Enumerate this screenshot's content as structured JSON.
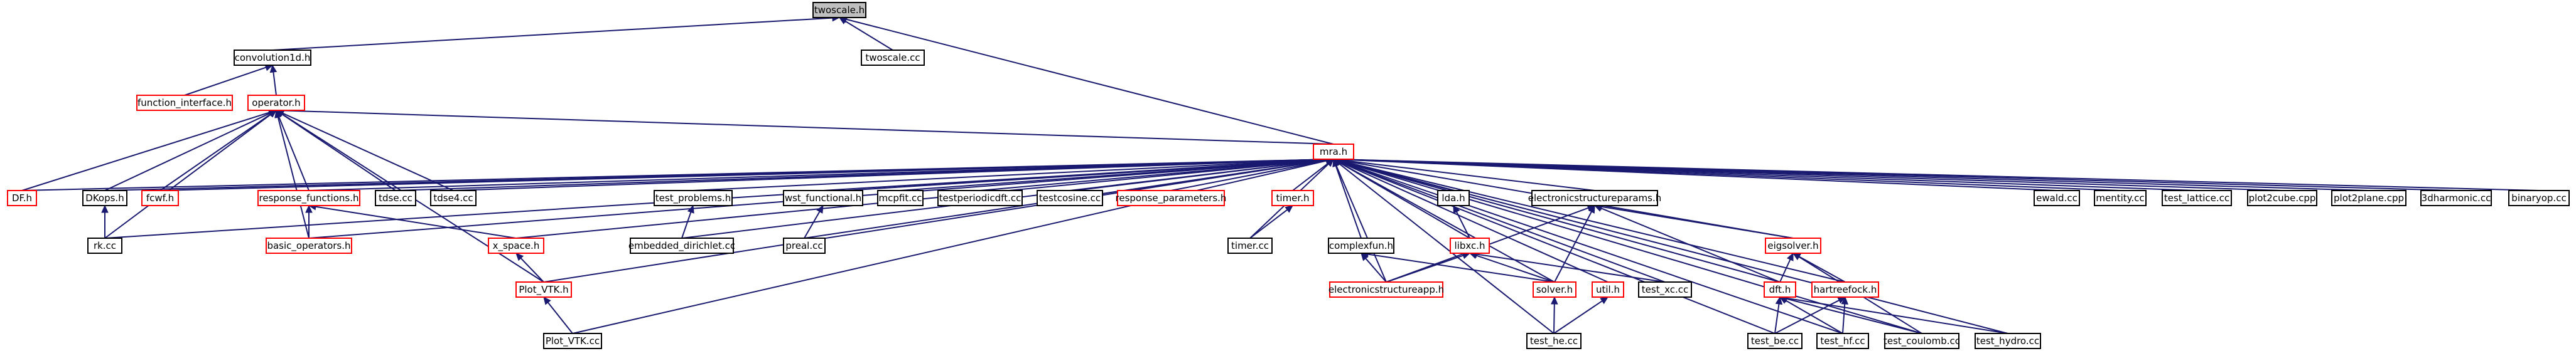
{
  "graph_title": "twoscale.h",
  "nodes": [
    {
      "id": "twoscale.h",
      "label": "twoscale.h",
      "kind": "root"
    },
    {
      "id": "convolution1d.h",
      "label": "convolution1d.h",
      "kind": "normal"
    },
    {
      "id": "twoscale.cc",
      "label": "twoscale.cc",
      "kind": "normal"
    },
    {
      "id": "function_interface.h",
      "label": "function_interface.h",
      "kind": "external"
    },
    {
      "id": "operator.h",
      "label": "operator.h",
      "kind": "external"
    },
    {
      "id": "mra.h",
      "label": "mra.h",
      "kind": "external"
    },
    {
      "id": "DF.h",
      "label": "DF.h",
      "kind": "external"
    },
    {
      "id": "DKops.h",
      "label": "DKops.h",
      "kind": "normal"
    },
    {
      "id": "fcwf.h",
      "label": "fcwf.h",
      "kind": "external"
    },
    {
      "id": "response_functions.h",
      "label": "response_functions.h",
      "kind": "external"
    },
    {
      "id": "tdse.cc",
      "label": "tdse.cc",
      "kind": "normal"
    },
    {
      "id": "tdse4.cc",
      "label": "tdse4.cc",
      "kind": "normal"
    },
    {
      "id": "rk.cc",
      "label": "rk.cc",
      "kind": "normal"
    },
    {
      "id": "basic_operators.h",
      "label": "basic_operators.h",
      "kind": "external"
    },
    {
      "id": "x_space.h",
      "label": "x_space.h",
      "kind": "external"
    },
    {
      "id": "Plot_VTK.h",
      "label": "Plot_VTK.h",
      "kind": "external"
    },
    {
      "id": "Plot_VTK.cc",
      "label": "Plot_VTK.cc",
      "kind": "normal"
    },
    {
      "id": "test_problems.h",
      "label": "test_problems.h",
      "kind": "normal"
    },
    {
      "id": "embedded_dirichlet.cc",
      "label": "embedded_dirichlet.cc",
      "kind": "normal"
    },
    {
      "id": "wst_functional.h",
      "label": "wst_functional.h",
      "kind": "normal"
    },
    {
      "id": "preal.cc",
      "label": "preal.cc",
      "kind": "normal"
    },
    {
      "id": "mcpfit.cc",
      "label": "mcpfit.cc",
      "kind": "normal"
    },
    {
      "id": "testperiodicdft.cc",
      "label": "testperiodicdft.cc",
      "kind": "normal"
    },
    {
      "id": "testcosine.cc",
      "label": "testcosine.cc",
      "kind": "normal"
    },
    {
      "id": "response_parameters.h",
      "label": "response_parameters.h",
      "kind": "external"
    },
    {
      "id": "timer.h",
      "label": "timer.h",
      "kind": "external"
    },
    {
      "id": "timer.cc",
      "label": "timer.cc",
      "kind": "normal"
    },
    {
      "id": "complexfun.h",
      "label": "complexfun.h",
      "kind": "normal"
    },
    {
      "id": "electronicstructureapp.h",
      "label": "electronicstructureapp.h",
      "kind": "external"
    },
    {
      "id": "lda.h",
      "label": "lda.h",
      "kind": "normal"
    },
    {
      "id": "libxc.h",
      "label": "libxc.h",
      "kind": "external"
    },
    {
      "id": "electronicstructureparams.h",
      "label": "electronicstructureparams.h",
      "kind": "normal"
    },
    {
      "id": "solver.h",
      "label": "solver.h",
      "kind": "external"
    },
    {
      "id": "test_he.cc",
      "label": "test_he.cc",
      "kind": "normal"
    },
    {
      "id": "test_xc.cc",
      "label": "test_xc.cc",
      "kind": "normal"
    },
    {
      "id": "util.h",
      "label": "util.h",
      "kind": "external"
    },
    {
      "id": "eigsolver.h",
      "label": "eigsolver.h",
      "kind": "external"
    },
    {
      "id": "dft.h",
      "label": "dft.h",
      "kind": "external"
    },
    {
      "id": "hartreefock.h",
      "label": "hartreefock.h",
      "kind": "external"
    },
    {
      "id": "test_be.cc",
      "label": "test_be.cc",
      "kind": "normal"
    },
    {
      "id": "test_hf.cc",
      "label": "test_hf.cc",
      "kind": "normal"
    },
    {
      "id": "test_coulomb.cc",
      "label": "test_coulomb.cc",
      "kind": "normal"
    },
    {
      "id": "test_hydro.cc",
      "label": "test_hydro.cc",
      "kind": "normal"
    },
    {
      "id": "ewald.cc",
      "label": "ewald.cc",
      "kind": "normal"
    },
    {
      "id": "mentity.cc",
      "label": "mentity.cc",
      "kind": "normal"
    },
    {
      "id": "test_lattice.cc",
      "label": "test_lattice.cc",
      "kind": "normal"
    },
    {
      "id": "plot2cube.cpp",
      "label": "plot2cube.cpp",
      "kind": "normal"
    },
    {
      "id": "plot2plane.cpp",
      "label": "plot2plane.cpp",
      "kind": "normal"
    },
    {
      "id": "3dharmonic.cc",
      "label": "3dharmonic.cc",
      "kind": "normal"
    },
    {
      "id": "binaryop.cc",
      "label": "binaryop.cc",
      "kind": "normal"
    }
  ],
  "edges": [
    [
      "convolution1d.h",
      "twoscale.h"
    ],
    [
      "twoscale.cc",
      "twoscale.h"
    ],
    [
      "mra.h",
      "twoscale.h"
    ],
    [
      "function_interface.h",
      "convolution1d.h"
    ],
    [
      "operator.h",
      "convolution1d.h"
    ],
    [
      "DF.h",
      "operator.h"
    ],
    [
      "DKops.h",
      "operator.h"
    ],
    [
      "fcwf.h",
      "operator.h"
    ],
    [
      "response_functions.h",
      "operator.h"
    ],
    [
      "tdse.cc",
      "operator.h"
    ],
    [
      "tdse4.cc",
      "operator.h"
    ],
    [
      "rk.cc",
      "operator.h"
    ],
    [
      "basic_operators.h",
      "operator.h"
    ],
    [
      "Plot_VTK.h",
      "operator.h"
    ],
    [
      "mra.h",
      "operator.h"
    ],
    [
      "DF.h",
      "mra.h"
    ],
    [
      "DKops.h",
      "mra.h"
    ],
    [
      "fcwf.h",
      "mra.h"
    ],
    [
      "response_functions.h",
      "mra.h"
    ],
    [
      "tdse.cc",
      "mra.h"
    ],
    [
      "tdse4.cc",
      "mra.h"
    ],
    [
      "rk.cc",
      "mra.h"
    ],
    [
      "basic_operators.h",
      "mra.h"
    ],
    [
      "x_space.h",
      "mra.h"
    ],
    [
      "Plot_VTK.h",
      "mra.h"
    ],
    [
      "Plot_VTK.cc",
      "mra.h"
    ],
    [
      "test_problems.h",
      "mra.h"
    ],
    [
      "embedded_dirichlet.cc",
      "mra.h"
    ],
    [
      "wst_functional.h",
      "mra.h"
    ],
    [
      "preal.cc",
      "mra.h"
    ],
    [
      "mcpfit.cc",
      "mra.h"
    ],
    [
      "testperiodicdft.cc",
      "mra.h"
    ],
    [
      "testcosine.cc",
      "mra.h"
    ],
    [
      "response_parameters.h",
      "mra.h"
    ],
    [
      "timer.h",
      "mra.h"
    ],
    [
      "timer.cc",
      "mra.h"
    ],
    [
      "complexfun.h",
      "mra.h"
    ],
    [
      "electronicstructureapp.h",
      "mra.h"
    ],
    [
      "lda.h",
      "mra.h"
    ],
    [
      "libxc.h",
      "mra.h"
    ],
    [
      "electronicstructureparams.h",
      "mra.h"
    ],
    [
      "solver.h",
      "mra.h"
    ],
    [
      "test_he.cc",
      "mra.h"
    ],
    [
      "test_xc.cc",
      "mra.h"
    ],
    [
      "util.h",
      "mra.h"
    ],
    [
      "eigsolver.h",
      "mra.h"
    ],
    [
      "dft.h",
      "mra.h"
    ],
    [
      "hartreefock.h",
      "mra.h"
    ],
    [
      "test_be.cc",
      "mra.h"
    ],
    [
      "test_hf.cc",
      "mra.h"
    ],
    [
      "test_coulomb.cc",
      "mra.h"
    ],
    [
      "test_hydro.cc",
      "mra.h"
    ],
    [
      "ewald.cc",
      "mra.h"
    ],
    [
      "mentity.cc",
      "mra.h"
    ],
    [
      "test_lattice.cc",
      "mra.h"
    ],
    [
      "plot2cube.cpp",
      "mra.h"
    ],
    [
      "plot2plane.cpp",
      "mra.h"
    ],
    [
      "3dharmonic.cc",
      "mra.h"
    ],
    [
      "binaryop.cc",
      "mra.h"
    ],
    [
      "rk.cc",
      "DKops.h"
    ],
    [
      "basic_operators.h",
      "response_functions.h"
    ],
    [
      "x_space.h",
      "response_functions.h"
    ],
    [
      "Plot_VTK.h",
      "x_space.h"
    ],
    [
      "Plot_VTK.cc",
      "Plot_VTK.h"
    ],
    [
      "embedded_dirichlet.cc",
      "test_problems.h"
    ],
    [
      "preal.cc",
      "wst_functional.h"
    ],
    [
      "timer.cc",
      "timer.h"
    ],
    [
      "electronicstructureapp.h",
      "complexfun.h"
    ],
    [
      "solver.h",
      "complexfun.h"
    ],
    [
      "libxc.h",
      "lda.h"
    ],
    [
      "electronicstructureapp.h",
      "libxc.h"
    ],
    [
      "solver.h",
      "libxc.h"
    ],
    [
      "test_xc.cc",
      "libxc.h"
    ],
    [
      "electronicstructureapp.h",
      "electronicstructureparams.h"
    ],
    [
      "solver.h",
      "electronicstructureparams.h"
    ],
    [
      "eigsolver.h",
      "electronicstructureparams.h"
    ],
    [
      "dft.h",
      "electronicstructureparams.h"
    ],
    [
      "test_he.cc",
      "solver.h"
    ],
    [
      "test_he.cc",
      "util.h"
    ],
    [
      "dft.h",
      "eigsolver.h"
    ],
    [
      "hartreefock.h",
      "eigsolver.h"
    ],
    [
      "test_coulomb.cc",
      "eigsolver.h"
    ],
    [
      "test_be.cc",
      "dft.h"
    ],
    [
      "test_hf.cc",
      "dft.h"
    ],
    [
      "test_coulomb.cc",
      "dft.h"
    ],
    [
      "test_hydro.cc",
      "dft.h"
    ],
    [
      "test_be.cc",
      "hartreefock.h"
    ],
    [
      "test_hf.cc",
      "hartreefock.h"
    ]
  ]
}
